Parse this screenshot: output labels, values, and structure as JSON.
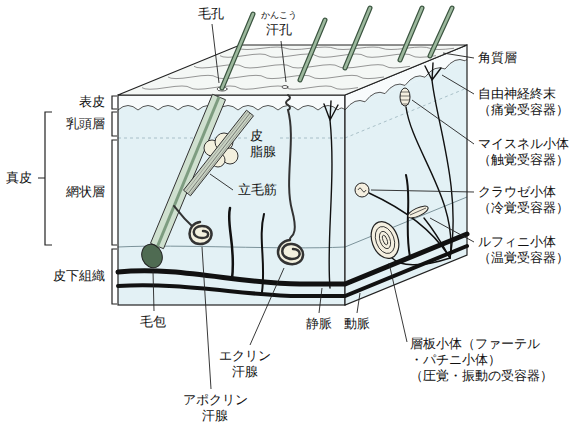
{
  "diagram": {
    "labels": [
      "毛孔",
      "かんこう",
      "汗孔",
      "角質層",
      "表皮",
      "自由神経終末 （痛覚受容器）",
      "乳頭層",
      "真皮",
      "網状層",
      "マイスネル小体 （触覚受容器）",
      "皮 脂腺",
      "立毛筋",
      "クラウゼ小体 （冷覚受容器）",
      "ルフィニ小体 （温覚受容器）",
      "皮下組織",
      "毛包",
      "エクリン 汗腺",
      "アポクリン 汗腺",
      "静脈",
      "動脈",
      "層板小体（ファーテル ・パチニ小体） （圧覚・振動の受容器）"
    ]
  }
}
